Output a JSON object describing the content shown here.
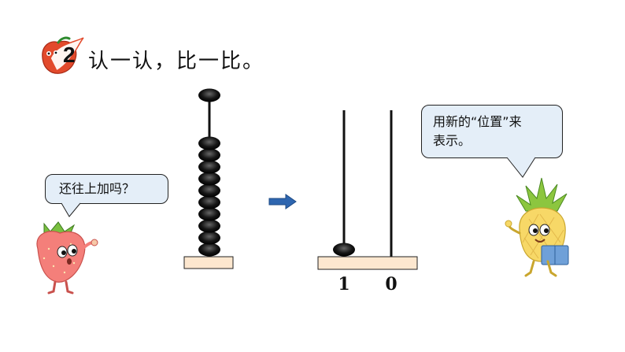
{
  "header": {
    "number": "2",
    "title": "认一认，比一比。"
  },
  "left_bubble": {
    "text": "还往上加吗？"
  },
  "right_bubble": {
    "line1": "用新的“位置”来",
    "line2": "表示。"
  },
  "abacus_left": {
    "bead_count": 10
  },
  "abacus_right": {
    "place_labels": [
      "1",
      "0"
    ],
    "bead_counts": [
      1,
      0
    ]
  },
  "colors": {
    "bead": "#111111",
    "base": "#fde7cf",
    "bubble": "#e4eef8",
    "arrow": "#2e66b0",
    "badge": "#e24a2c"
  }
}
